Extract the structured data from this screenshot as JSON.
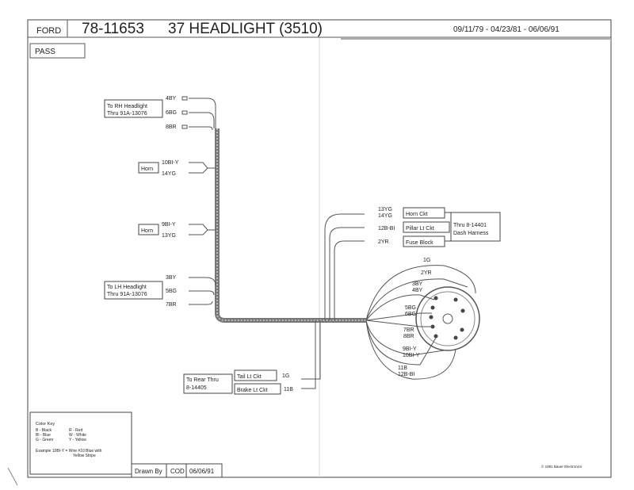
{
  "header": {
    "make": "FORD",
    "part_number": "78-11653",
    "title": "37 HEADLIGHT (3510)",
    "dates": "09/11/79 - 04/23/81 - 06/06/91"
  },
  "section_label": "PASS",
  "left_connections": {
    "rh_headlight": {
      "label_lines": [
        "To RH Headlight",
        "Thru 91A-13076"
      ],
      "wires": [
        "4BY",
        "6BG",
        "8BR"
      ]
    },
    "horn_upper": {
      "label": "Horn",
      "wires": [
        "10BI-Y",
        "14YG"
      ]
    },
    "horn_lower": {
      "label": "Horn",
      "wires": [
        "9BI-Y",
        "13YG"
      ]
    },
    "lh_headlight": {
      "label_lines": [
        "To LH Headlight",
        "Thru 91A-13076"
      ],
      "wires": [
        "3BY",
        "5BG",
        "7BR"
      ]
    }
  },
  "right_connections": {
    "top_wires": [
      "13YG",
      "14YG"
    ],
    "horn_ckt": "Horn Ckt",
    "pillar_wire": "12B-BI",
    "pillar_ckt": "Pillar Lt Ckt",
    "fuse_wire": "2YR",
    "fuse_block": "Fuse Block",
    "dash_harness_lines": [
      "Thru 8-14401",
      "Dash Harness"
    ]
  },
  "switch_wires": {
    "ig": "1G",
    "yr": "2YR",
    "by_lines": [
      "3BY",
      "4BY"
    ],
    "bg_lines": [
      "5BG",
      "6BG"
    ],
    "br_lines": [
      "7BR",
      "8BR"
    ],
    "bly_lines": [
      "9BI-Y",
      "10BI-Y"
    ],
    "b_lines": [
      "11B",
      "12B-BI"
    ]
  },
  "rear": {
    "label_lines": [
      "To Rear Thru",
      "8-14405"
    ],
    "tail_ckt": "Tail Lt Ckt",
    "tail_wire": "1G",
    "brake_ckt": "Brake Lt Ckt",
    "brake_wire": "11B"
  },
  "color_key": {
    "title": "Color Key",
    "rows": [
      [
        "B - Black",
        "R - Red"
      ],
      [
        "Bl - Blue",
        "W - White"
      ],
      [
        "G - Green",
        "Y - Yellow"
      ]
    ],
    "example_lines": [
      "Example  10BI-Y = Wire #10 Blue with",
      "Yellow Stripe"
    ]
  },
  "footer": {
    "drawn_by_label": "Drawn By",
    "initials": "COD",
    "date": "06/06/91",
    "copyright": "© 1991 Bauer Electronics"
  }
}
